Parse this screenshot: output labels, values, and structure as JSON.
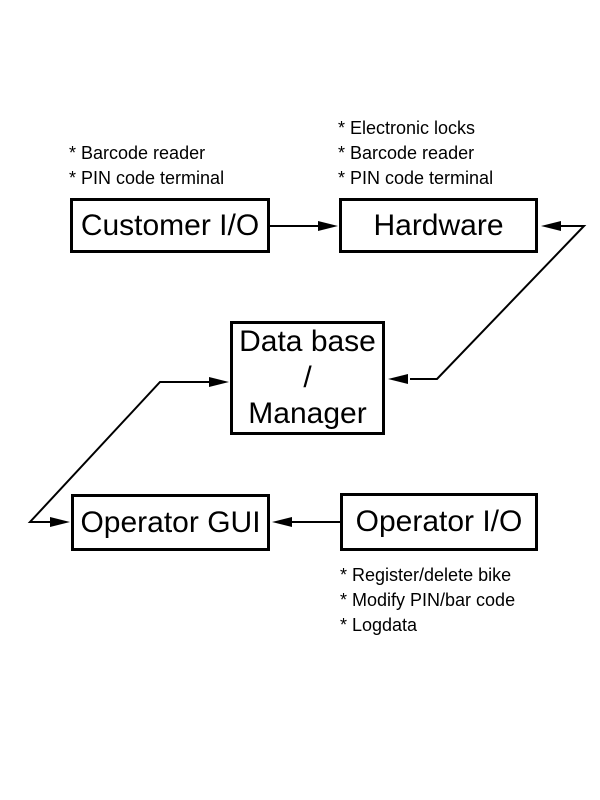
{
  "diagram": {
    "background_color": "#ffffff",
    "line_color": "#000000",
    "text_color": "#000000",
    "nodes": {
      "customer_io": {
        "label": "Customer I/O"
      },
      "hardware": {
        "label": "Hardware"
      },
      "database_manager": {
        "label": "Data base\n/\nManager"
      },
      "operator_gui": {
        "label": "Operator GUI"
      },
      "operator_io": {
        "label": "Operator I/O"
      }
    },
    "annotations": {
      "customer_io": {
        "lines": [
          "* Barcode reader",
          "* PIN code terminal"
        ]
      },
      "hardware": {
        "lines": [
          "* Electronic locks",
          "* Barcode reader",
          "* PIN code terminal"
        ]
      },
      "operator_io": {
        "lines": [
          "* Register/delete bike",
          "* Modify PIN/bar code",
          "* Logdata"
        ]
      }
    },
    "edges": [
      {
        "from": "customer_io",
        "to": "hardware",
        "direction": "one-way"
      },
      {
        "from": "hardware",
        "to": "database_manager",
        "direction": "two-way"
      },
      {
        "from": "database_manager",
        "to": "operator_gui",
        "direction": "two-way"
      },
      {
        "from": "operator_io",
        "to": "operator_gui",
        "direction": "one-way"
      }
    ]
  }
}
